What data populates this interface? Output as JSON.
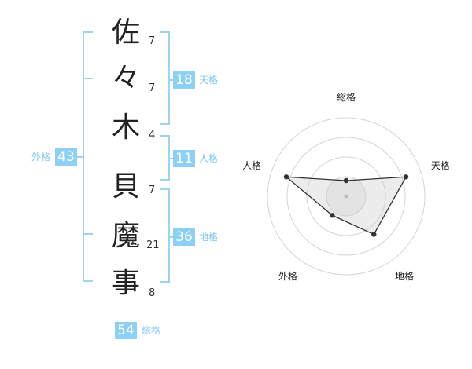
{
  "name": {
    "chars": [
      {
        "char": "佐",
        "strokes": "7"
      },
      {
        "char": "々",
        "strokes": "7"
      },
      {
        "char": "木",
        "strokes": "4"
      },
      {
        "char": "貝",
        "strokes": "7"
      },
      {
        "char": "魔",
        "strokes": "21"
      },
      {
        "char": "事",
        "strokes": "8"
      }
    ]
  },
  "kakusu": {
    "tenkaku": {
      "value": "18",
      "label": "天格"
    },
    "jinkaku": {
      "value": "11",
      "label": "人格"
    },
    "chikaku": {
      "value": "36",
      "label": "地格"
    },
    "gaikaku": {
      "value": "43",
      "label": "外格"
    },
    "soukaku": {
      "value": "54",
      "label": "総格"
    }
  },
  "colors": {
    "accent": "#8cd0f5",
    "bracket": "#9fd3f3",
    "label": "#7ec6f0",
    "text": "#222222"
  },
  "chart_data": {
    "type": "radar",
    "axes": [
      "総格",
      "天格",
      "地格",
      "外格",
      "人格"
    ],
    "values": [
      1,
      4,
      3,
      1.5,
      4
    ],
    "max": 5,
    "rings": 4
  }
}
